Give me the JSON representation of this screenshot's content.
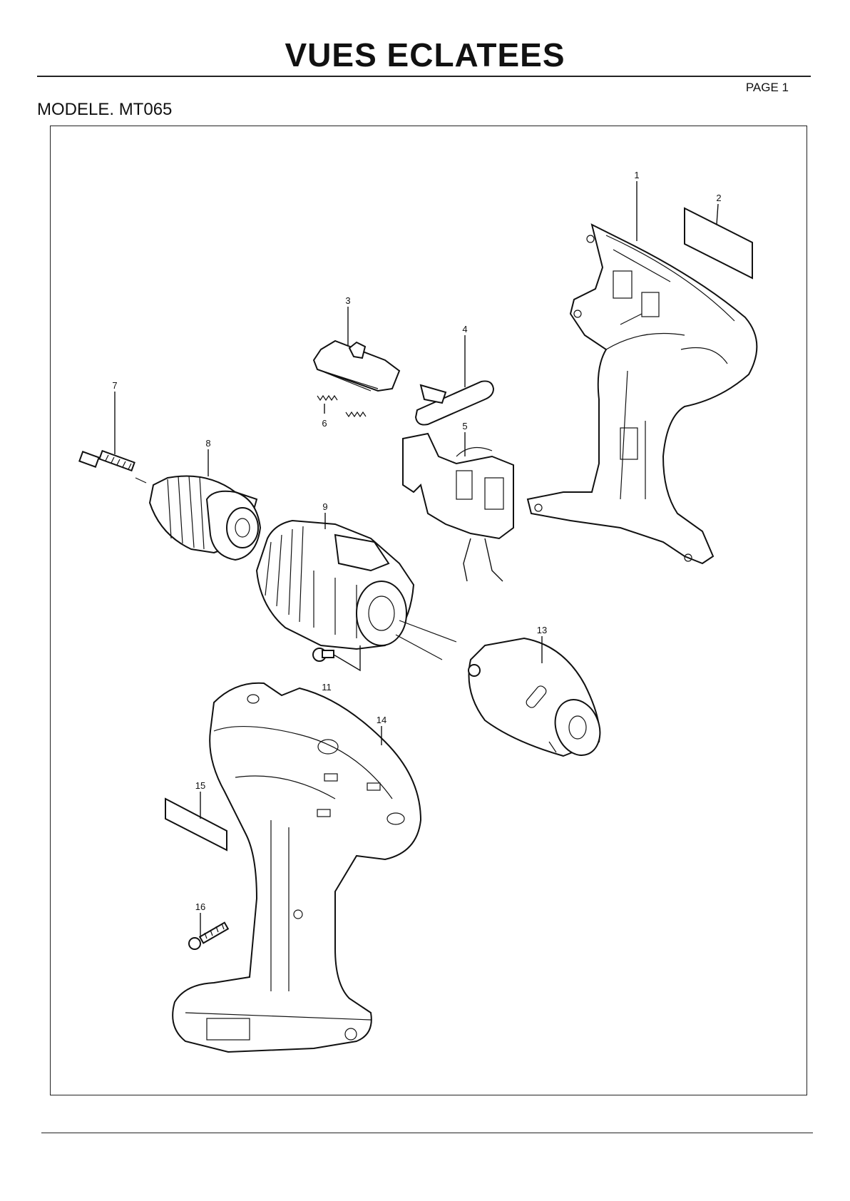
{
  "header": {
    "title": "VUES ECLATEES",
    "page": "PAGE 1",
    "model": "MODELE. MT065"
  },
  "callouts": {
    "c1": "1",
    "c2": "2",
    "c3": "3",
    "c4": "4",
    "c5": "5",
    "c6": "6",
    "c7": "7",
    "c8": "8",
    "c9": "9",
    "c11": "11",
    "c13": "13",
    "c14": "14",
    "c15": "15",
    "c16": "16"
  }
}
